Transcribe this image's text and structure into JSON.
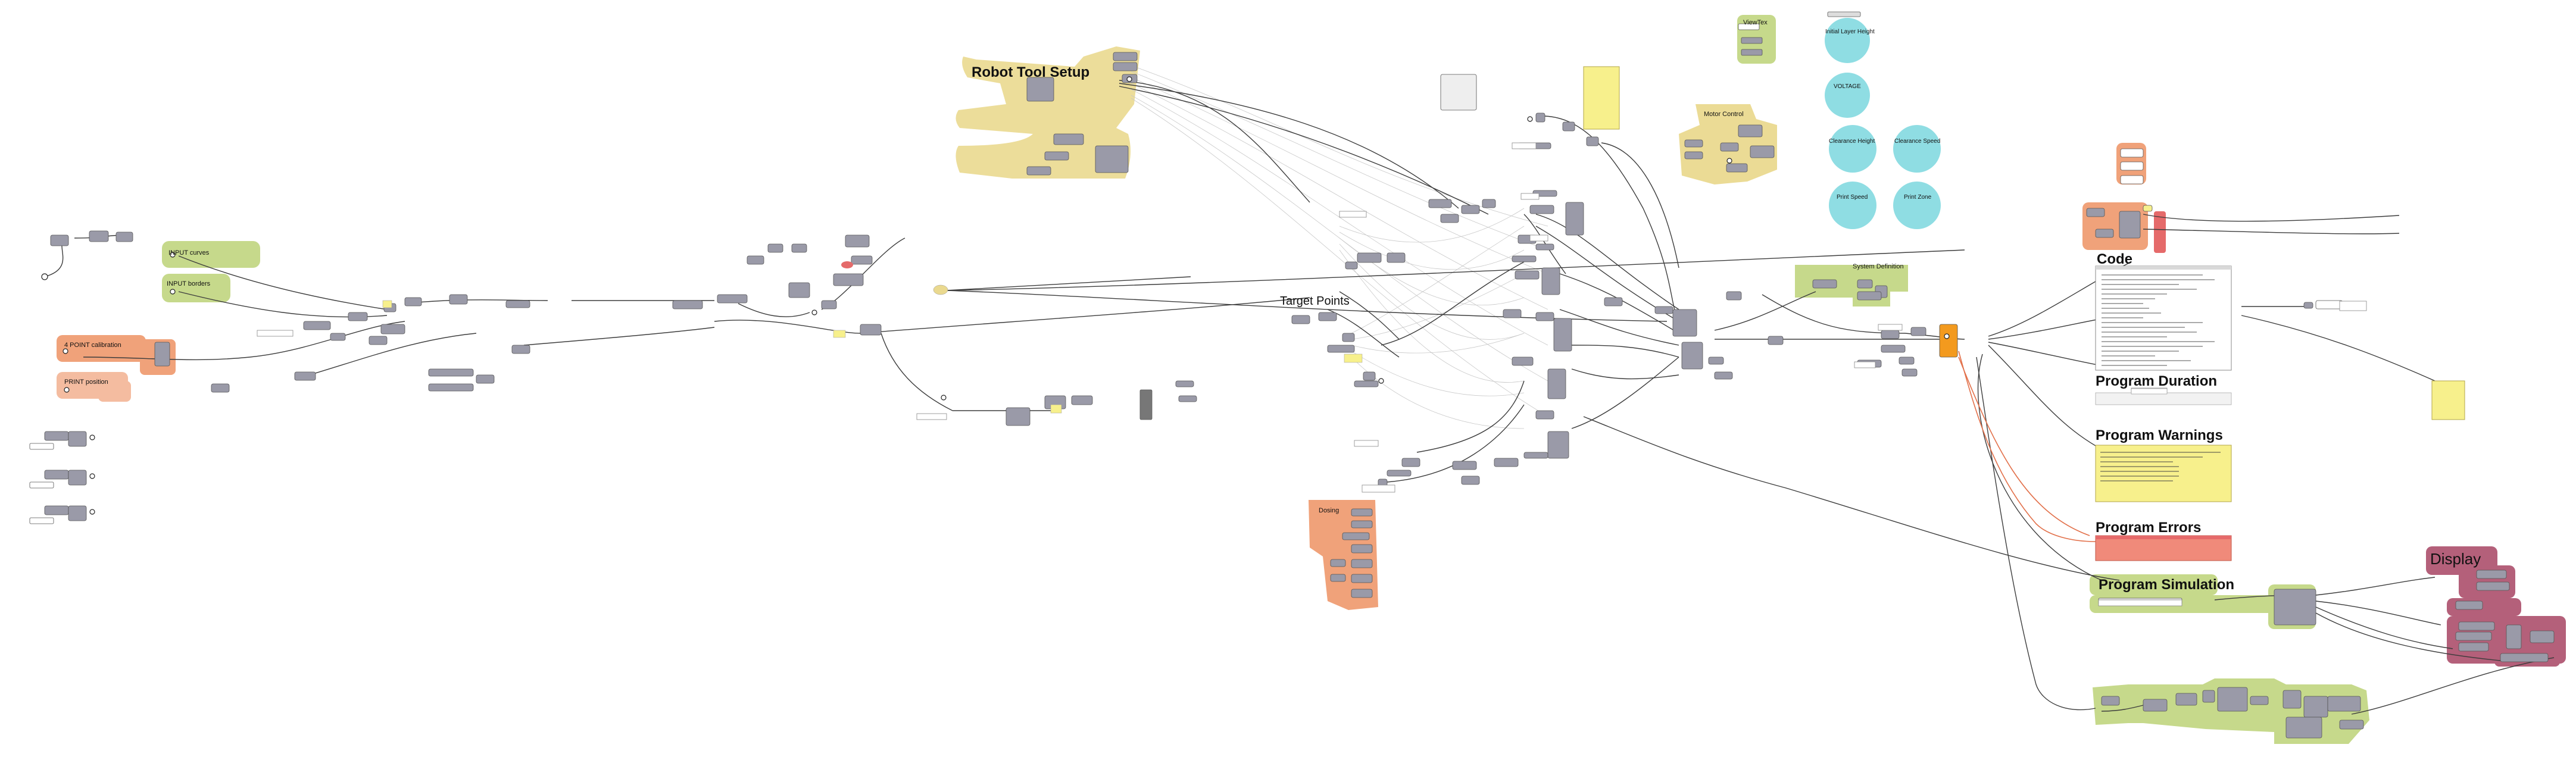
{
  "canvas": {
    "background": "#ffffff",
    "wire_color": "#3d3d3d",
    "component_color": "#9a9aa8",
    "accent_green": "#c6d98b",
    "accent_yellow": "#ead98f",
    "accent_orange": "#f0a27a",
    "accent_cyan": "#8fdde3",
    "accent_pink": "#b4607a",
    "warning_yellow": "#f7f08c",
    "error_red": "#f08a7a",
    "highlight_orange": "#f39a1e"
  },
  "groups": {
    "robot_tool_setup": "Robot Tool Setup",
    "input_curves": "INPUT curves",
    "input_borders": "INPUT borders",
    "point_calibration": "4 POINT calibration",
    "print_position": "PRINT position",
    "target_points": "Target Points",
    "motor_control": "Motor Control",
    "system_definition": "System Definition",
    "viewtex": "ViewTex",
    "dosing": "Dosing",
    "code": "Code",
    "program_duration": "Program Duration",
    "program_warnings": "Program Warnings",
    "program_errors": "Program Errors",
    "program_simulation": "Program Simulation",
    "display": "Display"
  },
  "params": {
    "initial_layer_height": "Initial Layer Height",
    "voltage": "VOLTAGE",
    "clearance_height": "Clearance Height",
    "clearance_speed": "Clearance Speed",
    "print_speed": "Print Speed",
    "print_zone": "Print Zone"
  }
}
